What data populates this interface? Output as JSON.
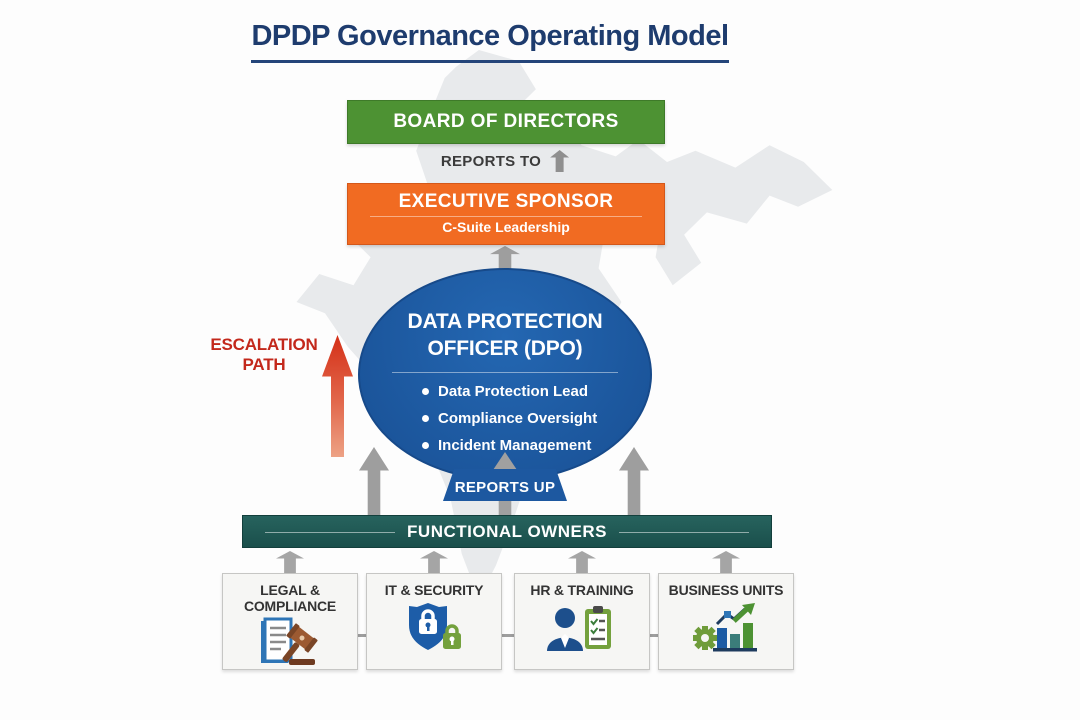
{
  "title": "DPDP Governance Operating Model",
  "hierarchy": {
    "board": {
      "label": "BOARD OF DIRECTORS"
    },
    "reports_to_label": "REPORTS TO",
    "executive": {
      "label": "EXECUTIVE SPONSOR",
      "sublabel": "C-Suite Leadership"
    },
    "dpo": {
      "title_line1": "DATA PROTECTION",
      "title_line2": "OFFICER (DPO)",
      "bullets": [
        "Data Protection Lead",
        "Compliance Oversight",
        "Incident Management"
      ],
      "reports_up_label": "REPORTS UP"
    },
    "escalation": {
      "line1": "ESCALATION",
      "line2": "PATH"
    },
    "functional_owners_label": "FUNCTIONAL OWNERS",
    "departments": [
      {
        "label": "LEGAL & COMPLIANCE",
        "icon": "document-gavel-icon"
      },
      {
        "label": "IT & SECURITY",
        "icon": "shield-lock-icon"
      },
      {
        "label": "HR & TRAINING",
        "icon": "person-clipboard-icon"
      },
      {
        "label": "BUSINESS UNITS",
        "icon": "gear-chart-icon"
      }
    ]
  },
  "colors": {
    "title_navy": "#1e3c6e",
    "board_green": "#4d9233",
    "executive_orange": "#f16b22",
    "dpo_blue": "#1d5ba4",
    "functional_teal": "#1d5955",
    "escalation_red": "#c3281b",
    "arrow_gray": "#9e9e9e",
    "map_gray": "#e8eaec",
    "icon_green": "#74a13d",
    "icon_brown": "#9c5a32"
  }
}
